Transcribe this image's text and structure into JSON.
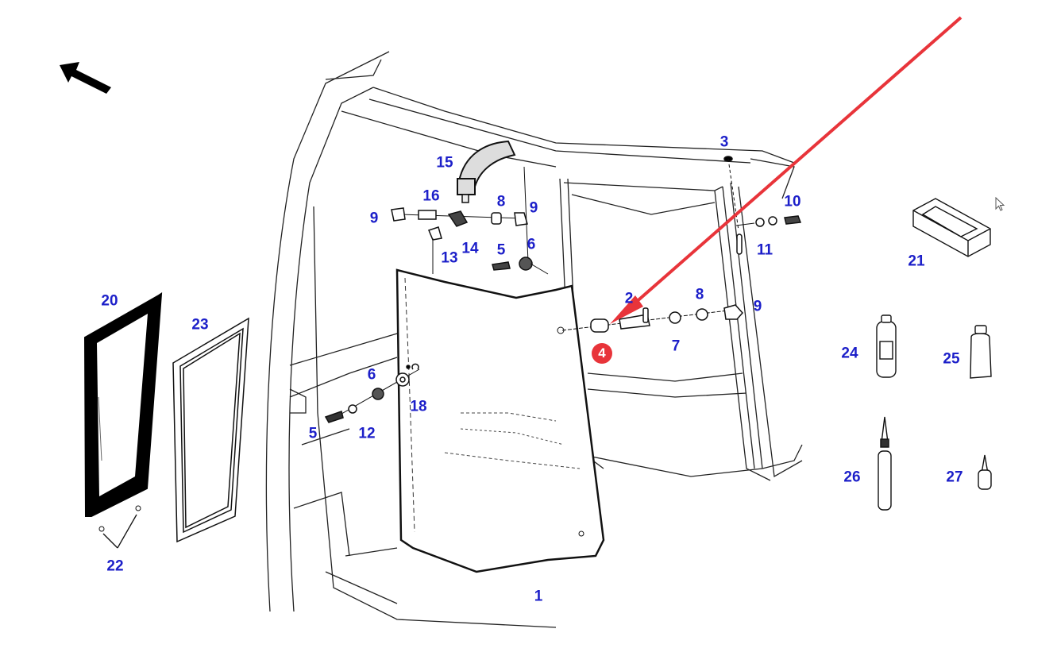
{
  "diagram": {
    "title": "Cab door / side window exploded parts diagram",
    "accent_color": "#e8343a",
    "label_color": "#1c1fc9",
    "highlighted_part": "4",
    "labels": [
      {
        "id": "1",
        "text": "1"
      },
      {
        "id": "2",
        "text": "2"
      },
      {
        "id": "3",
        "text": "3"
      },
      {
        "id": "4",
        "text": "4"
      },
      {
        "id": "5a",
        "text": "5"
      },
      {
        "id": "5b",
        "text": "5"
      },
      {
        "id": "6a",
        "text": "6"
      },
      {
        "id": "6b",
        "text": "6"
      },
      {
        "id": "7",
        "text": "7"
      },
      {
        "id": "8a",
        "text": "8"
      },
      {
        "id": "8b",
        "text": "8"
      },
      {
        "id": "9a",
        "text": "9"
      },
      {
        "id": "9b",
        "text": "9"
      },
      {
        "id": "9c",
        "text": "9"
      },
      {
        "id": "10",
        "text": "10"
      },
      {
        "id": "11",
        "text": "11"
      },
      {
        "id": "12",
        "text": "12"
      },
      {
        "id": "13",
        "text": "13"
      },
      {
        "id": "14",
        "text": "14"
      },
      {
        "id": "15",
        "text": "15"
      },
      {
        "id": "16",
        "text": "16"
      },
      {
        "id": "18",
        "text": "18"
      },
      {
        "id": "20",
        "text": "20"
      },
      {
        "id": "21",
        "text": "21"
      },
      {
        "id": "22",
        "text": "22"
      },
      {
        "id": "23",
        "text": "23"
      },
      {
        "id": "24",
        "text": "24"
      },
      {
        "id": "25",
        "text": "25"
      },
      {
        "id": "26",
        "text": "26"
      },
      {
        "id": "27",
        "text": "27"
      }
    ],
    "icons": {
      "direction_arrow": "arrow-up-left-icon",
      "pointer_arrow": "red-pointer-arrow",
      "cursor": "mouse-cursor-icon"
    }
  }
}
